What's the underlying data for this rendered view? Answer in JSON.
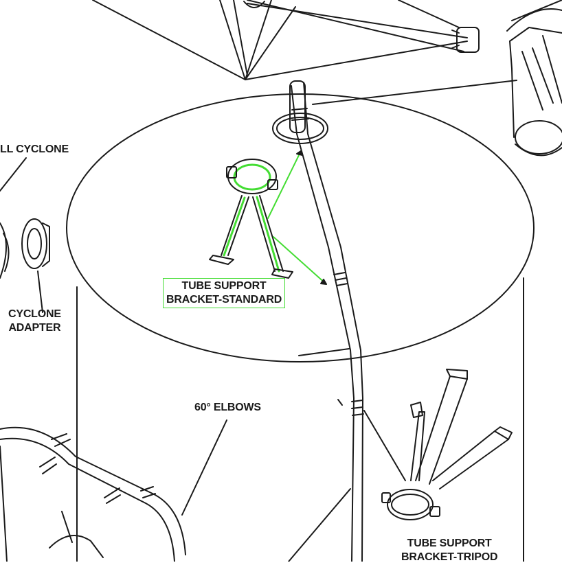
{
  "labels": {
    "cyclone_top": "LL CYCLONE",
    "cyclone_adapter": [
      "CYCLONE",
      "ADAPTER"
    ],
    "bracket_standard": [
      "TUBE SUPPORT",
      "BRACKET-STANDARD"
    ],
    "elbows": "60° ELBOWS",
    "bracket_tripod": [
      "TUBE SUPPORT",
      "BRACKET-TRIPOD"
    ]
  },
  "colors": {
    "line": "#1a1a1a",
    "highlight": "#44dd33"
  }
}
